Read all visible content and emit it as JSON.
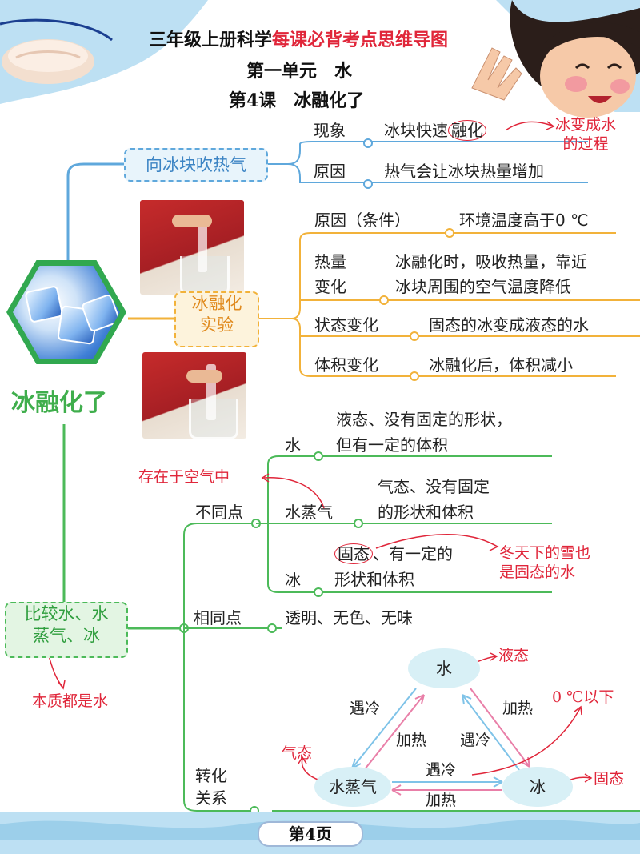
{
  "header": {
    "title_prefix": "三年级上册科学",
    "title_highlight": "每课必背考点思维导图",
    "unit": "第一单元　水",
    "lesson": "第4课　冰融化了"
  },
  "center": {
    "label": "冰融化了"
  },
  "branch1": {
    "label": "向冰块吹热气",
    "items": [
      {
        "key": "现象",
        "value_prefix": "冰块快速",
        "value_circled": "融化"
      },
      {
        "key": "原因",
        "value": "热气会让冰块热量增加"
      }
    ],
    "note": [
      "冰变成水",
      "的过程"
    ]
  },
  "branch2": {
    "label": [
      "冰融化",
      "实验"
    ],
    "items": [
      {
        "key": "原因（条件）",
        "value": "环境温度高于0 ℃"
      },
      {
        "key_lines": [
          "热量",
          "变化"
        ],
        "value_lines": [
          "冰融化时，吸收热量，靠近",
          "冰块周围的空气温度降低"
        ]
      },
      {
        "key": "状态变化",
        "value": "固态的冰变成液态的水"
      },
      {
        "key": "体积变化",
        "value": "冰融化后，体积减小"
      }
    ]
  },
  "branch3": {
    "label": [
      "比较水、水",
      "蒸气、冰"
    ],
    "note": "本质都是水",
    "diff": {
      "label": "不同点",
      "note": "存在于空气中",
      "items": [
        {
          "key": "水",
          "lines": [
            "液态、没有固定的形状，",
            "但有一定的体积"
          ]
        },
        {
          "key": "水蒸气",
          "lines": [
            "气态、没有固定",
            "的形状和体积"
          ]
        },
        {
          "key": "冰",
          "circled": "固态",
          "line1_rest": "、有一定的",
          "line2": "形状和体积",
          "note": [
            "冬天下的雪也",
            "是固态的水"
          ]
        }
      ]
    },
    "same": {
      "label": "相同点",
      "value": "透明、无色、无味"
    },
    "transform": {
      "label": [
        "转化",
        "关系"
      ],
      "nodes": {
        "water": "水",
        "vapor": "水蒸气",
        "ice": "冰"
      },
      "edges": {
        "vapor_to_water": "遇冷",
        "water_to_vapor": "加热",
        "water_to_ice": "遇冷",
        "ice_to_water": "加热",
        "vapor_to_ice": "遇冷",
        "ice_to_vapor": "加热"
      },
      "notes": {
        "water": "液态",
        "vapor": "气态",
        "ice": "固态",
        "temp": "0 ℃以下"
      }
    }
  },
  "footer": {
    "page": "第4页"
  },
  "colors": {
    "blue": "#5fa8dc",
    "orange": "#f2b23a",
    "green": "#4cba59",
    "red": "#e0263a"
  }
}
